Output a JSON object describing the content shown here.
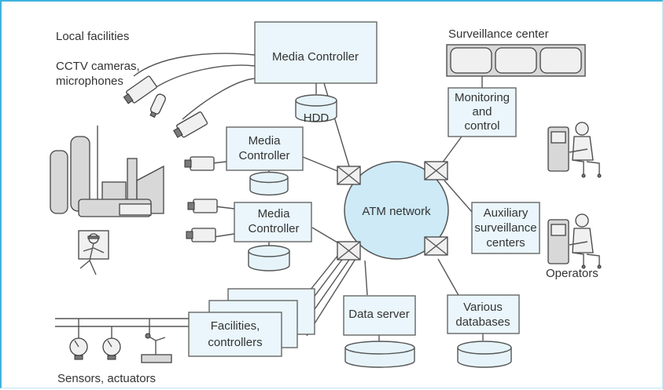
{
  "labels": {
    "local_facilities": "Local facilities",
    "cctv_line1": "CCTV cameras,",
    "cctv_line2": "microphones",
    "media_controller_main": "Media Controller",
    "hdd": "HDD",
    "media_controller_a_line1": "Media",
    "media_controller_a_line2": "Controller",
    "media_controller_b_line1": "Media",
    "media_controller_b_line2": "Controller",
    "surveillance_center": "Surveillance center",
    "monitoring_line1": "Monitoring",
    "monitoring_line2": "and",
    "monitoring_line3": "control",
    "atm_network": "ATM network",
    "auxiliary_line1": "Auxiliary",
    "auxiliary_line2": "surveillance",
    "auxiliary_line3": "centers",
    "operators": "Operators",
    "data_server": "Data server",
    "various_line1": "Various",
    "various_line2": "databases",
    "facilities_line1": "Facilities,",
    "facilities_line2": "controllers",
    "sensors_actuators": "Sensors, actuators"
  },
  "colors": {
    "frame_border": "#3fb3dd",
    "box_fill": "#eaf6fb",
    "atm_fill": "#cdeaf6",
    "line": "#555555"
  }
}
